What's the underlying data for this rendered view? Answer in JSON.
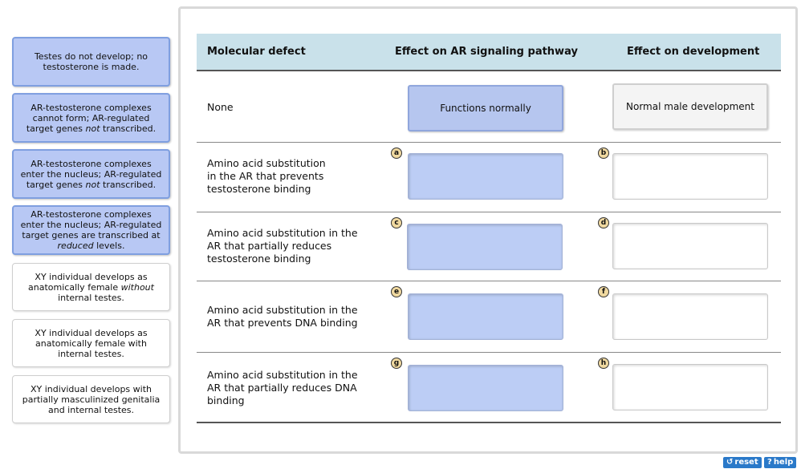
{
  "labels": [
    {
      "pre": "Testes do not develop; no testosterone is made.",
      "em": "",
      "post": "",
      "style": "blue"
    },
    {
      "pre": "AR-testosterone complexes cannot form; AR-regulated target genes ",
      "em": "not",
      "post": " transcribed.",
      "style": "blue"
    },
    {
      "pre": "AR-testosterone complexes enter the nucleus; AR-regulated target genes ",
      "em": "not",
      "post": " transcribed.",
      "style": "blue"
    },
    {
      "pre": "AR-testosterone complexes enter the nucleus; AR-regulated target genes are transcribed at ",
      "em": "reduced",
      "post": " levels.",
      "style": "blue"
    },
    {
      "pre": "XY individual develops as anatomically female ",
      "em": "without",
      "post": " internal testes.",
      "style": "white"
    },
    {
      "pre": "XY individual develops as anatomically female with internal testes.",
      "em": "",
      "post": "",
      "style": "white"
    },
    {
      "pre": "XY individual develops with partially masculinized genitalia and internal testes.",
      "em": "",
      "post": "",
      "style": "white"
    }
  ],
  "table": {
    "headers": [
      "Molecular defect",
      "Effect on AR signaling pathway",
      "Effect on development"
    ],
    "rows": [
      {
        "defect": "None",
        "pathway_value": "Functions normally",
        "development_value": "Normal male development",
        "pathway_badge": "",
        "dev_badge": ""
      },
      {
        "defect": "Amino acid substitution in the AR that prevents testosterone binding",
        "pathway_value": "",
        "development_value": "",
        "pathway_badge": "a",
        "dev_badge": "b"
      },
      {
        "defect": "Amino acid substitution in the AR that partially reduces testosterone binding",
        "pathway_value": "",
        "development_value": "",
        "pathway_badge": "c",
        "dev_badge": "d"
      },
      {
        "defect": "Amino acid substitution in the AR that prevents DNA binding",
        "pathway_value": "",
        "development_value": "",
        "pathway_badge": "e",
        "dev_badge": "f"
      },
      {
        "defect": "Amino acid substitution in the AR that partially reduces DNA binding",
        "pathway_value": "",
        "development_value": "",
        "pathway_badge": "g",
        "dev_badge": "h"
      }
    ]
  },
  "buttons": {
    "reset": "reset",
    "help": "help"
  },
  "colors": {
    "header_bg": "#c9e1ea",
    "blue_label": "#b8c8f4",
    "button": "#2a79c9"
  }
}
